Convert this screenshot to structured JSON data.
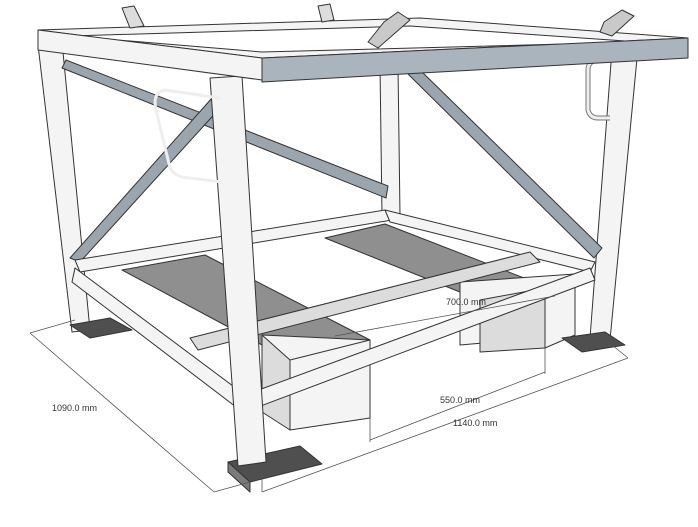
{
  "dimensions": {
    "depth_label": "1090.0 mm",
    "width_label": "1140.0 mm",
    "channel_spacing_label": "550.0 mm",
    "channel_length_label": "700.0 mm"
  }
}
